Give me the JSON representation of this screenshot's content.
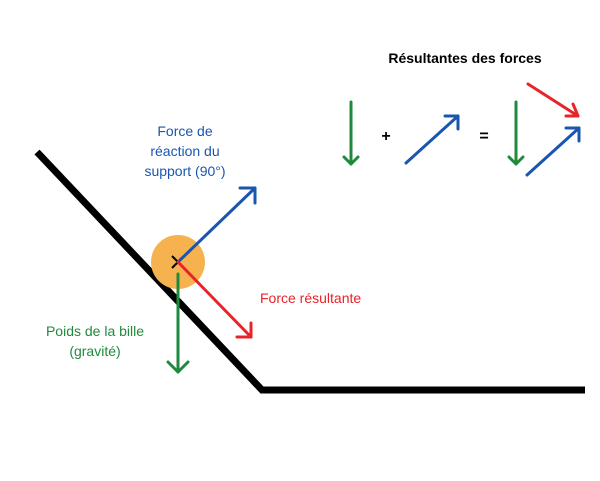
{
  "title": "Résultantes des forces",
  "labels": {
    "reaction": [
      "Force de",
      "réaction du",
      "support (90°)"
    ],
    "resultant": "Force résultante",
    "weight": [
      "Poids de la bille",
      "(gravité)"
    ]
  },
  "operators": {
    "plus": "+",
    "equals": "="
  },
  "colors": {
    "weight": "#1f8a3c",
    "reaction": "#1a56b0",
    "resultant": "#e8232a",
    "ball": "#f5b24e",
    "surface": "#000000"
  }
}
